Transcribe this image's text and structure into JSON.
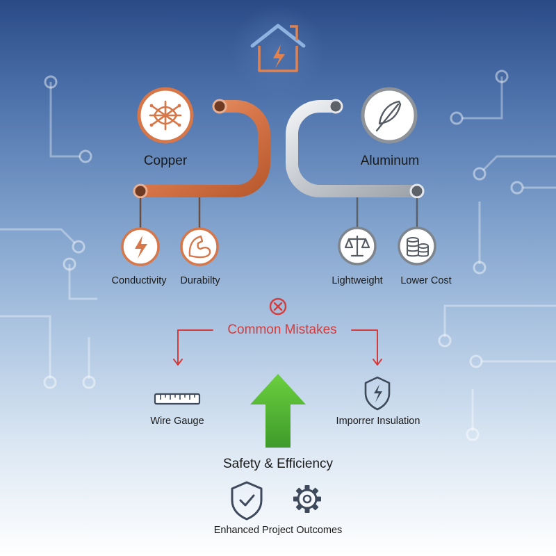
{
  "materials": {
    "copper": {
      "label": "Copper",
      "color": "#d67649",
      "benefits": [
        {
          "label": "Conductivity",
          "icon": "lightning-bolt-icon"
        },
        {
          "label": "Durabilty",
          "icon": "flexed-arm-icon"
        }
      ]
    },
    "aluminum": {
      "label": "Aluminum",
      "color": "#b9bec4",
      "benefits": [
        {
          "label": "Lightweight",
          "icon": "balance-scale-icon"
        },
        {
          "label": "Lower Cost",
          "icon": "coin-stack-icon"
        }
      ]
    }
  },
  "mistakes": {
    "title": "Common Mistakes",
    "color": "#d43c3c",
    "items": [
      {
        "label": "Wire Gauge",
        "icon": "ruler-gauge-icon"
      },
      {
        "label": "Imporrer Insulation",
        "icon": "broken-shield-icon"
      }
    ]
  },
  "result": {
    "label": "Safety & Efficiency",
    "arrow_color": "#4fb234",
    "outcome": "Enhanced Project Outcomes"
  }
}
